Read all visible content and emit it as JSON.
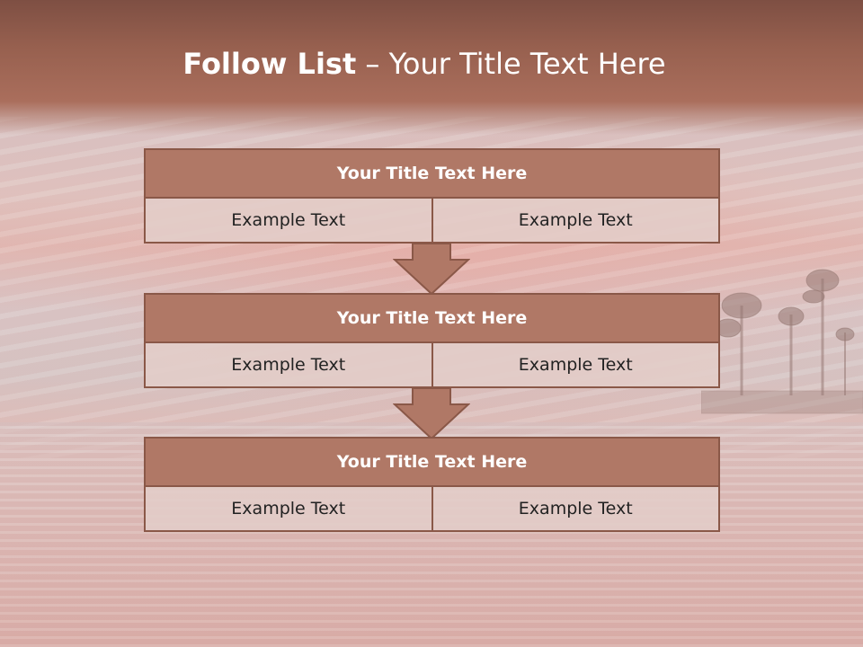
{
  "slide": {
    "title_bold": "Follow List",
    "title_rest": " – Your Title Text Here"
  },
  "blocks": [
    {
      "title": "Your Title Text Here",
      "left_text": "Example Text",
      "right_text": "Example Text"
    },
    {
      "title": "Your Title Text Here",
      "left_text": "Example Text",
      "right_text": "Example Text"
    },
    {
      "title": "Your Title Text Here",
      "left_text": "Example Text",
      "right_text": "Example Text"
    }
  ],
  "colors": {
    "header_band": "#97604f",
    "block_header": "#b07866",
    "block_border": "#8a5848",
    "cell_fill": "#e2cdc8",
    "arrow_fill": "#b07866"
  }
}
